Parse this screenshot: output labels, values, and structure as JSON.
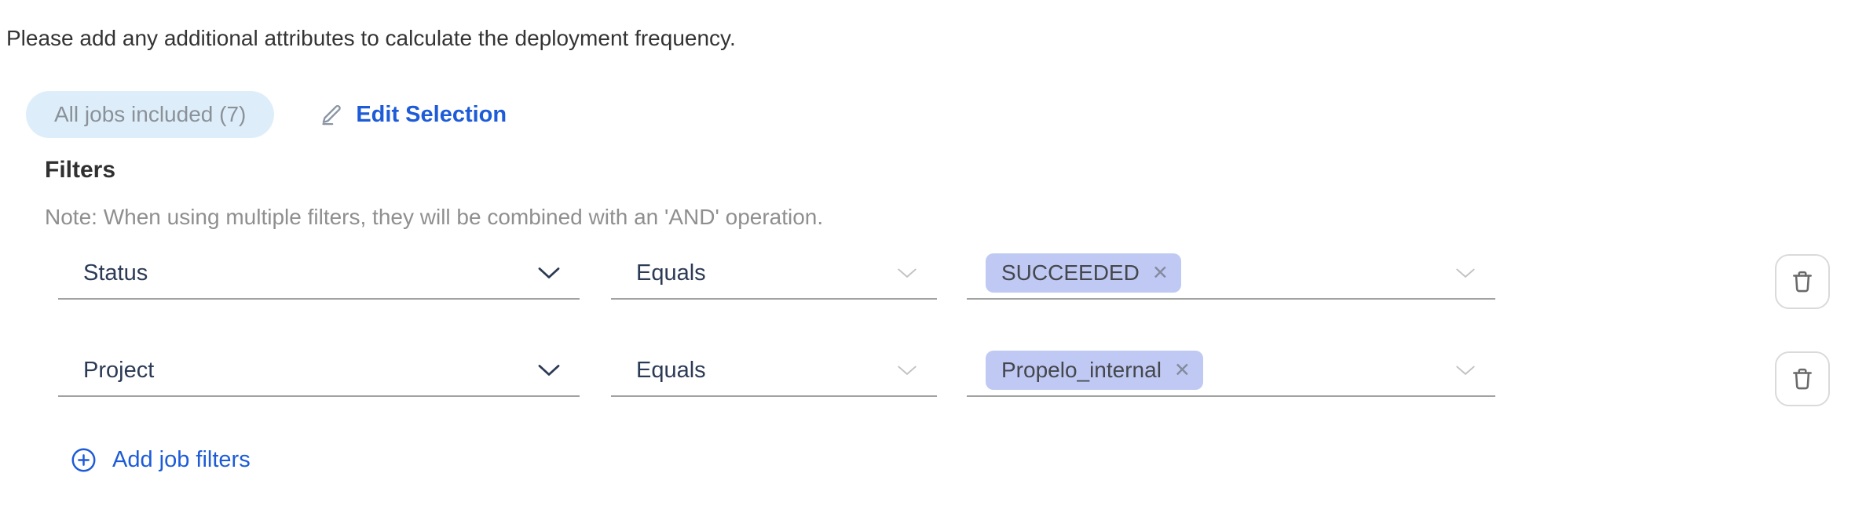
{
  "instruction": "Please add any additional attributes to calculate the deployment frequency.",
  "jobs_summary": {
    "badge_label": "All jobs included (7)",
    "edit_button_label": "Edit Selection"
  },
  "filters_section": {
    "heading": "Filters",
    "note": "Note: When using multiple filters, they will be combined with an 'AND' operation.",
    "rows": [
      {
        "attribute": "Status",
        "operator": "Equals",
        "value_tags": [
          {
            "label": "SUCCEEDED",
            "remove_symbol": "✕"
          }
        ]
      },
      {
        "attribute": "Project",
        "operator": "Equals",
        "value_tags": [
          {
            "label": "Propelo_internal",
            "remove_symbol": "✕"
          }
        ]
      }
    ],
    "add_button_label": "Add job filters"
  },
  "icons": {
    "edit": "pencil-underline-icon",
    "attribute_chevron": "chevron-down-icon",
    "operator_chevron": "chevron-down-icon",
    "values_chevron": "chevron-down-icon",
    "tag_remove": "x-close-icon",
    "delete_row": "trash-icon",
    "add": "plus-circle-icon"
  },
  "colors": {
    "link_blue": "#1d5bd8",
    "badge_bg": "#ddeefa",
    "badge_text": "#8b9199",
    "tag_bg": "#bfc9f3",
    "tag_text": "#45474d",
    "select_text": "#2b3a55",
    "underline_gray": "#a2a2a2",
    "note_gray": "#8f8f8f",
    "instruction_text": "#343434"
  }
}
